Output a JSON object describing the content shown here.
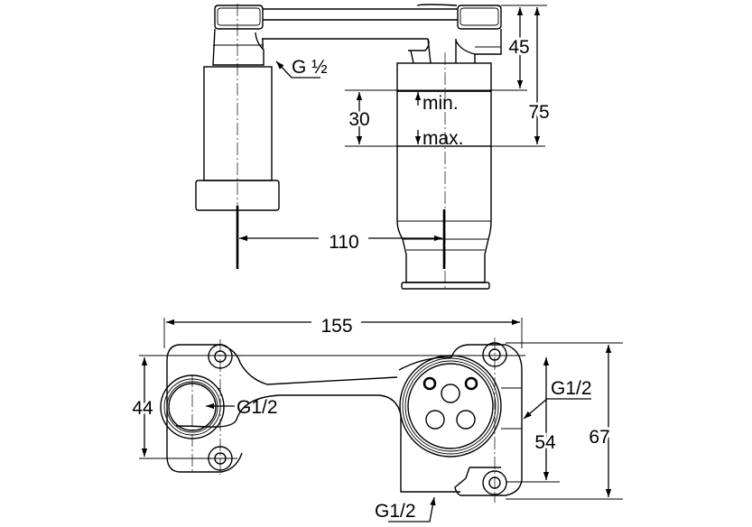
{
  "drawing": {
    "title": "Wall-mounted mixer concealed body dimension drawing",
    "colors": {
      "line": "#000000",
      "background": "#ffffff"
    },
    "side_view": {
      "thread_label": "G ½",
      "dim_top_height": "45",
      "dim_total_height": "75",
      "dim_adjust": "30",
      "adjust_min": "min.",
      "adjust_max": "max.",
      "dim_center_distance": "110"
    },
    "plan_view": {
      "dim_width": "155",
      "dim_left_height": "44",
      "inlet_left_label": "G1/2",
      "inlet_right_label": "G1/2",
      "inlet_bottom_label": "G1/2",
      "dim_inner_height": "54",
      "dim_outer_height": "67"
    }
  }
}
